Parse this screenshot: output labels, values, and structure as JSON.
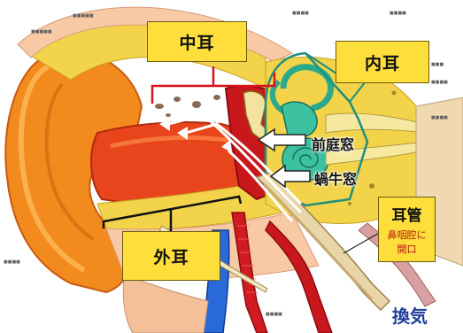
{
  "labels": {
    "middle_ear": "中耳",
    "inner_ear": "内耳",
    "outer_ear": "外耳",
    "oval_window": "前庭窓",
    "round_window": "蝸牛窓",
    "tube_title": "耳管",
    "tube_line1": "鼻咽腔に",
    "tube_line2": "開口",
    "ventilation": "換気"
  },
  "colors": {
    "label_box": "#fdde3a",
    "middle_ear_bracket": "#d8141b",
    "inner_ear_outline": "#1f8f80",
    "ventilation_text": "#1f3f9c"
  }
}
